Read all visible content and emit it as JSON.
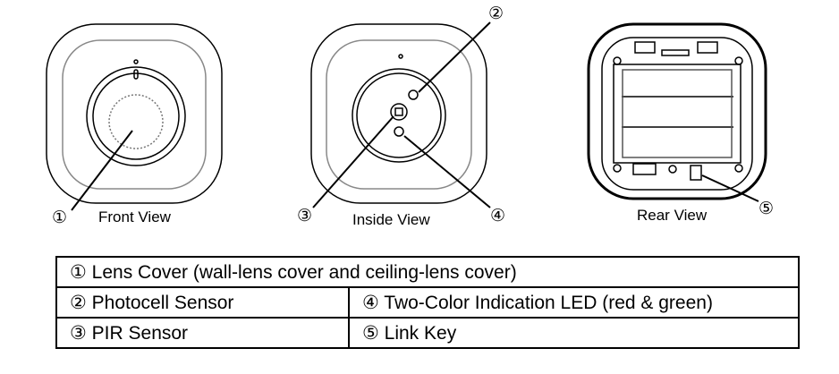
{
  "views": {
    "front": "Front View",
    "inside": "Inside View",
    "rear": "Rear View"
  },
  "callouts": {
    "c1": "①",
    "c2": "②",
    "c3": "③",
    "c4": "④",
    "c5": "⑤"
  },
  "legend": {
    "row1": "① Lens Cover (wall-lens cover and ceiling-lens cover)",
    "row2_left": "② Photocell Sensor",
    "row2_right": "④ Two-Color Indication LED (red & green)",
    "row3_left": "③ PIR Sensor",
    "row3_right": "⑤ Link Key"
  }
}
